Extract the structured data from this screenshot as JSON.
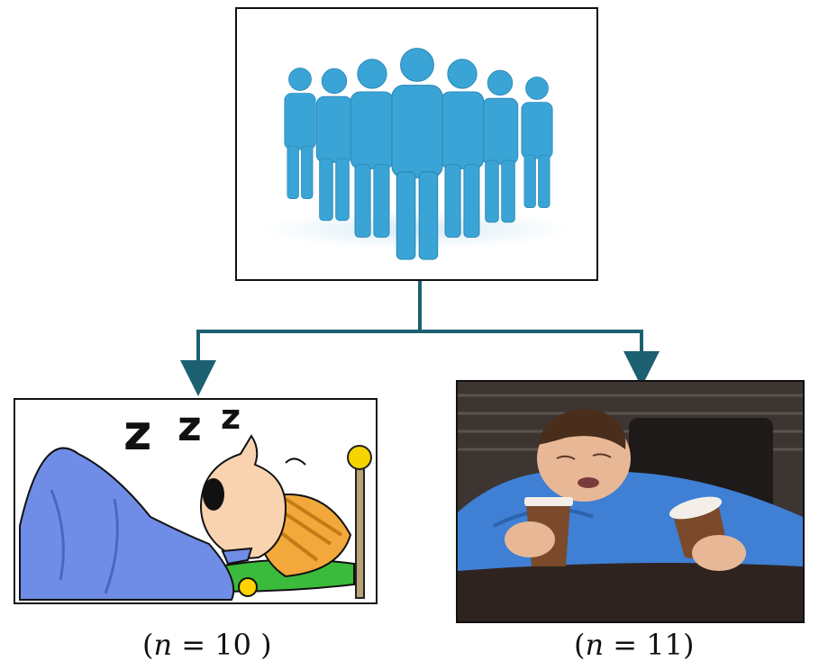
{
  "colors": {
    "connector": "#1d6072",
    "people": "#3aa4d6",
    "blanket": "#6f8de6",
    "cap": "#f2a83a",
    "skin": "#f9d2b0",
    "shirt": "#3f7fd4",
    "cup": "#7a4a2a",
    "table": "#2f2320"
  },
  "icons": {
    "population": "people-group-icon",
    "sleep": "sleeping-cartoon-icon",
    "tired": "tired-man-photo-icon"
  },
  "groups": [
    {
      "n_symbol": "n",
      "eq": " = ",
      "value": "10",
      "open": "(",
      "close": " )"
    },
    {
      "n_symbol": "n",
      "eq": " = ",
      "value": "11",
      "open": "(",
      "close": ")"
    }
  ]
}
